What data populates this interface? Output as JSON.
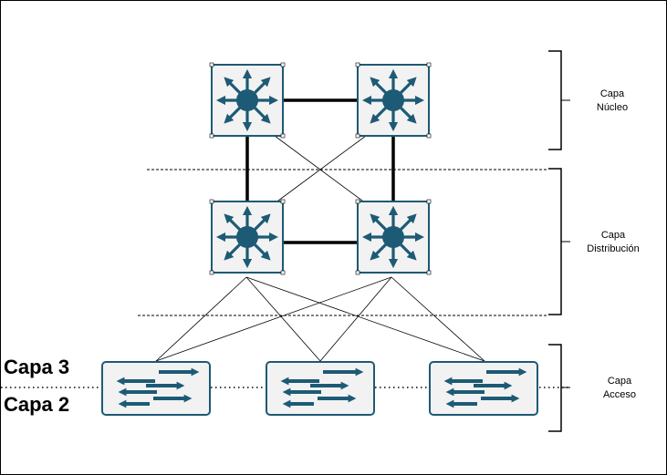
{
  "colors": {
    "device_fill": "#1d5a75",
    "device_bg": "#f2f2f2",
    "line": "#000000"
  },
  "icons": {
    "multilayer_switch": "multilayer-switch-icon",
    "access_switch": "layer2-switch-icon"
  },
  "layers": {
    "core": {
      "line1": "Capa",
      "line2": "Núcleo"
    },
    "distribution": {
      "line1": "Capa",
      "line2": "Distribución"
    },
    "access": {
      "line1": "Capa",
      "line2": "Acceso"
    }
  },
  "osi": {
    "layer3": "Capa 3",
    "layer2": "Capa 2"
  }
}
